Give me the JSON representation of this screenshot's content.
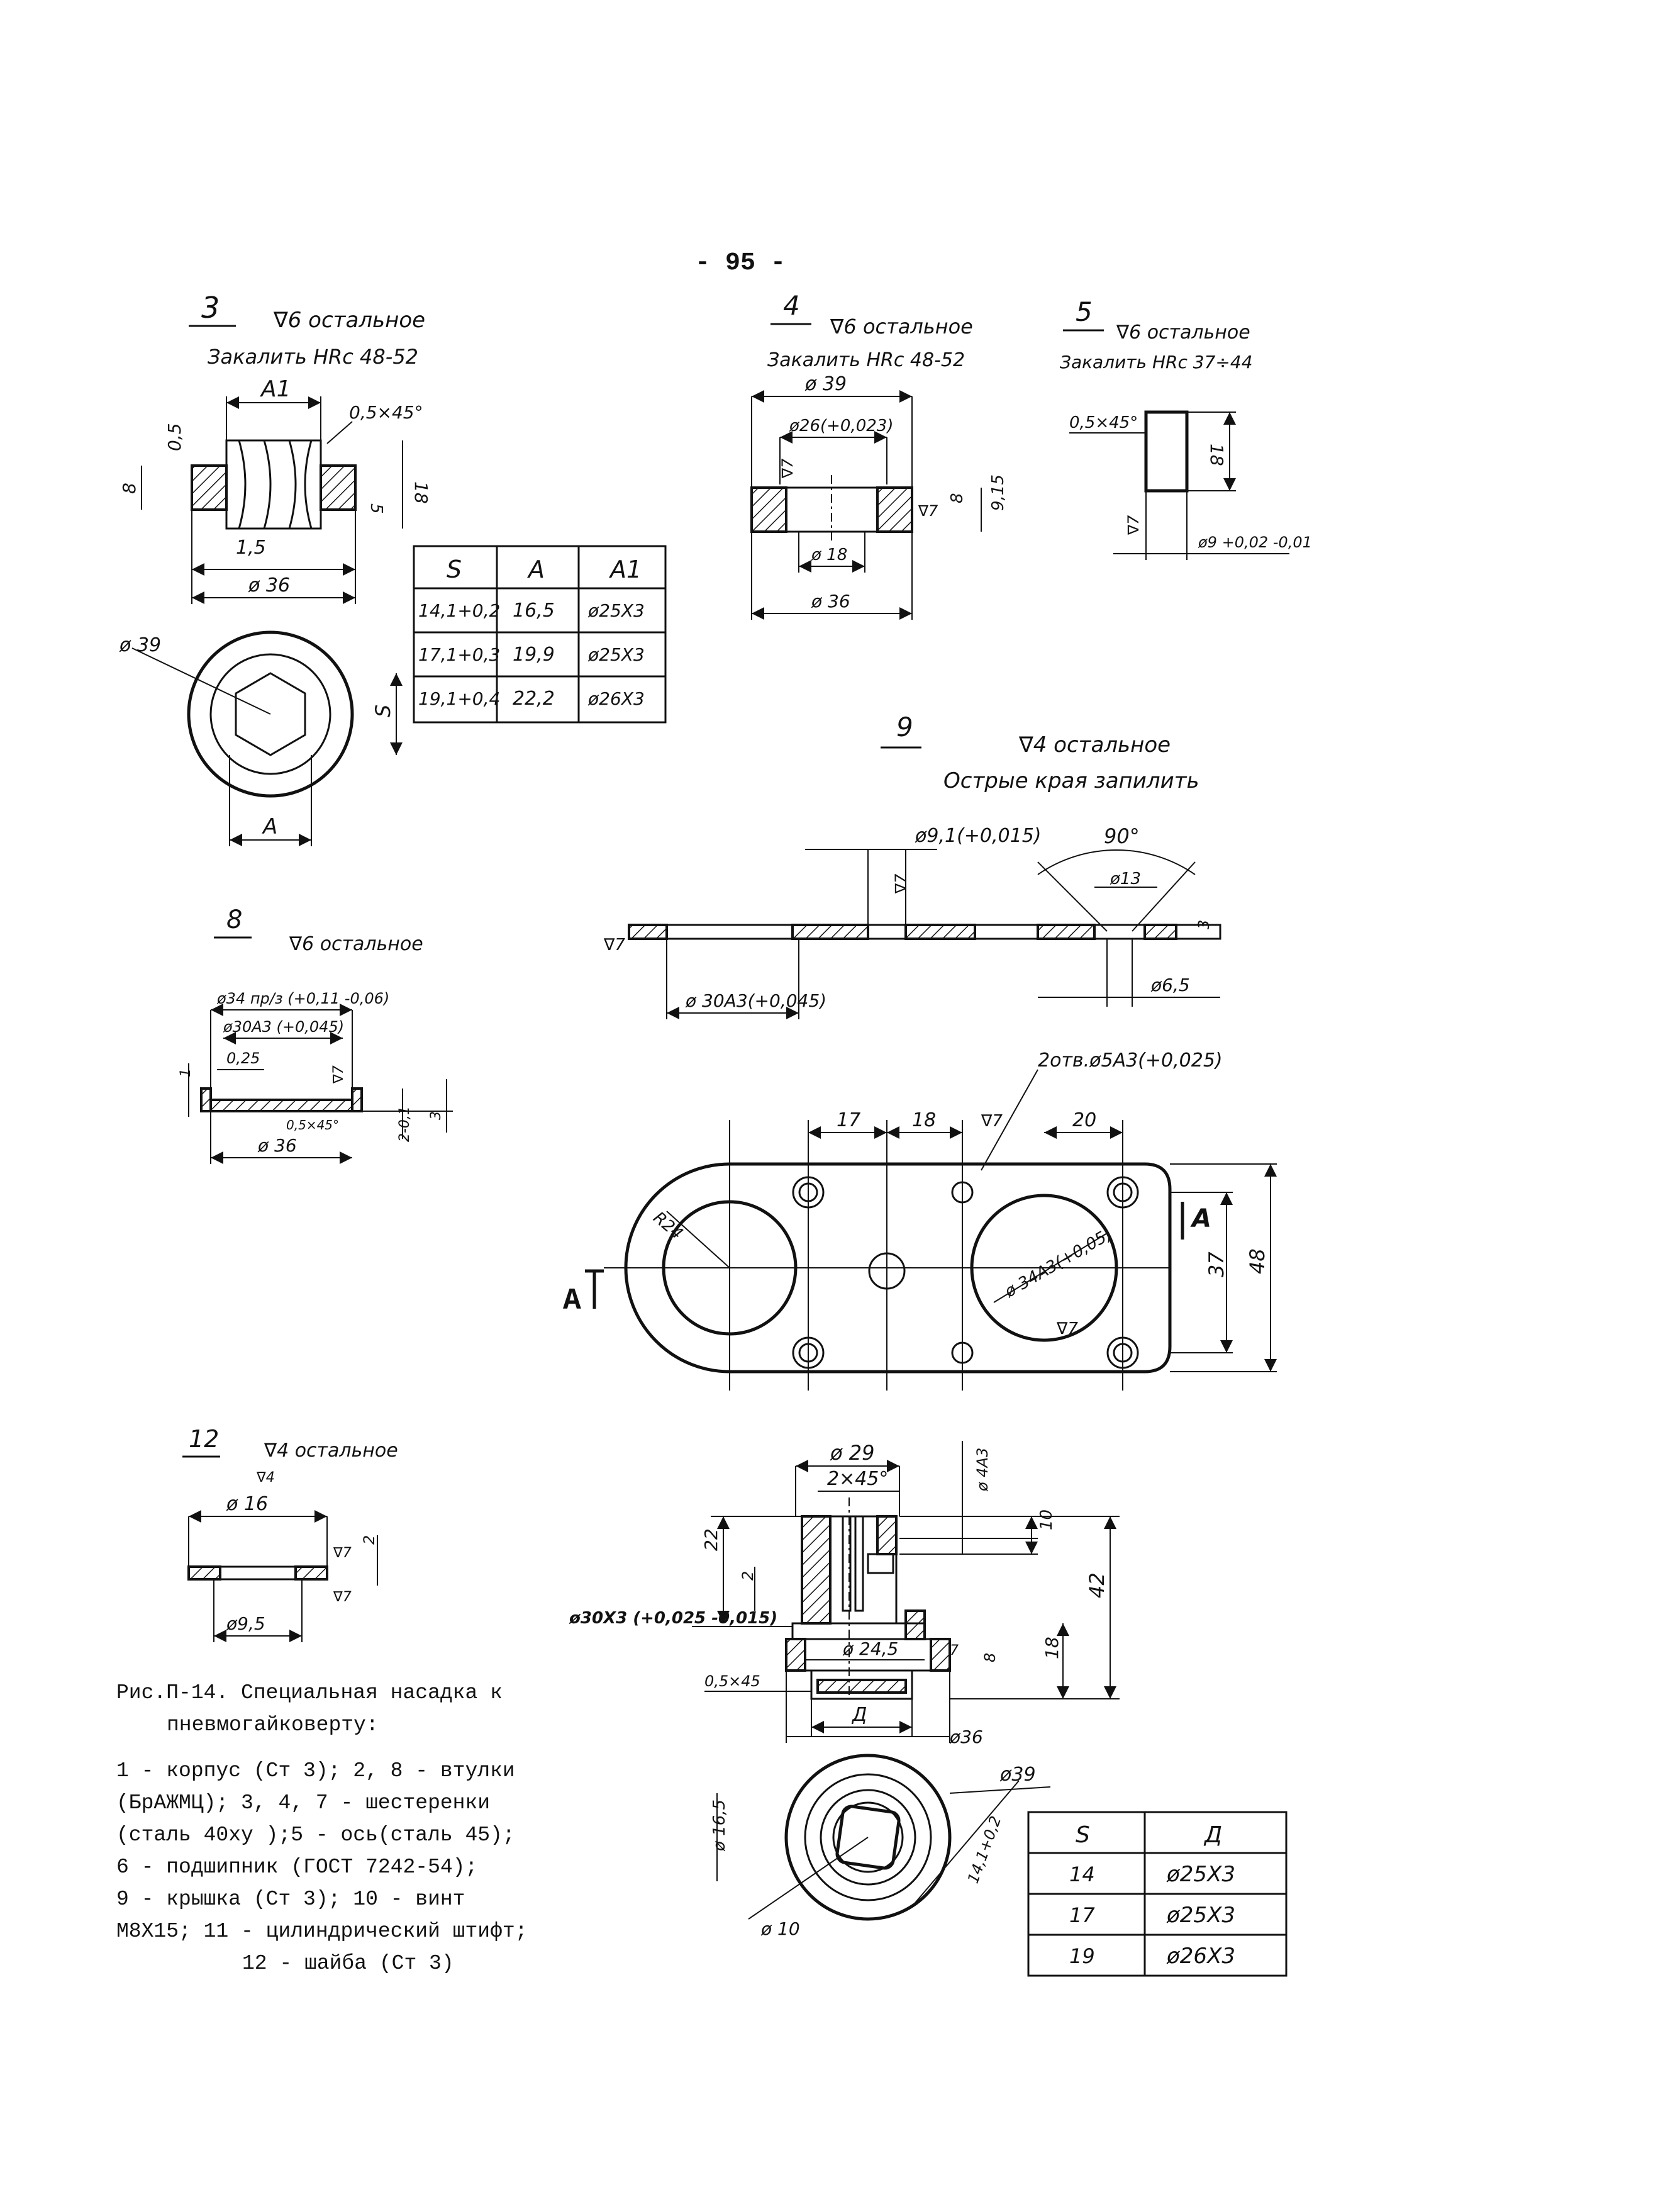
{
  "page_number": "- 95 -",
  "details": {
    "d3": {
      "number": "3",
      "finish": "∇6 остальное",
      "hardening": "Закалить HRc 48-52",
      "dims": {
        "a1": "A1",
        "chamfer": "0,5×45°",
        "d05": "0,5",
        "d8": "8",
        "d18": "18",
        "d5": "5",
        "d15": "1,5",
        "d36": "ø 36",
        "d39": "ø 39",
        "s": "S",
        "a": "A"
      },
      "table": {
        "headers": [
          "S",
          "A",
          "A1"
        ],
        "rows": [
          [
            "14,1+0,2",
            "16,5",
            "ø25X3"
          ],
          [
            "17,1+0,3",
            "19,9",
            "ø25X3"
          ],
          [
            "19,1+0,4",
            "22,2",
            "ø26X3"
          ]
        ]
      }
    },
    "d4": {
      "number": "4",
      "finish": "∇6 остальное",
      "hardening": "Закалить HRc 48-52",
      "dims": {
        "d39": "ø 39",
        "d26": "ø26(+0,023)",
        "d7a": "∇7",
        "d7b": "∇7",
        "d8": "8",
        "d915": "9,15",
        "d18": "ø 18",
        "d36": "ø 36"
      }
    },
    "d5": {
      "number": "5",
      "finish": "∇6 остальное",
      "hardening": "Закалить HRc 37÷44",
      "dims": {
        "chamfer": "0,5×45°",
        "d18": "18",
        "d7": "∇7",
        "d9": "ø9 +0,02 -0,01"
      }
    },
    "d8": {
      "number": "8",
      "finish": "∇6 остальное",
      "dims": {
        "d34": "ø34 пр/з (+0,11 -0,06)",
        "d30": "ø30A3 (+0,045)",
        "d025": "0,25",
        "d1": "1",
        "d7": "∇7",
        "chamfer": "0,5×45°",
        "d2": "2-0,1",
        "d3": "3",
        "d36": "ø 36"
      }
    },
    "d9": {
      "number": "9",
      "finish": "∇4 остальное",
      "note": "Острые края запилить",
      "dims": {
        "d91": "ø9,1(+0,015)",
        "d7": "∇7",
        "angle": "90°",
        "d13": "ø13",
        "d3": "3",
        "d30": "ø 30A3(+0,045)",
        "d65": "ø6,5",
        "holes": "2отв.ø5A3(+0,025)",
        "d17": "17",
        "d18": "18",
        "d20": "20",
        "r24": "R24",
        "d34": "ø 34A3(+0,05)",
        "d37": "37",
        "d48": "48",
        "sec_a": "A",
        "sec_a2": "A",
        "d7b": "∇7"
      }
    },
    "d12": {
      "number": "12",
      "finish": "∇4 остальное",
      "sub": "∇4",
      "dims": {
        "d16": "ø 16",
        "d2": "2",
        "d7": "∇7",
        "d95": "ø9,5"
      }
    },
    "assembly": {
      "dims": {
        "d29": "ø 29",
        "chamfer": "2×45°",
        "d4a3": "ø 4A3",
        "d22": "22",
        "d10": "10",
        "d2": "2",
        "d42": "42",
        "d30": "ø30X3 (+0,025 -0,015)",
        "d245": "ø 24,5",
        "d18": "18",
        "d7": "7",
        "d8": "8",
        "d05": "0,5×45",
        "delta": "Д",
        "d36": "ø36",
        "d39": "ø39",
        "d165": "ø 16,5",
        "d141": "14,1+0,2",
        "d10b": "ø 10"
      },
      "table": {
        "headers": [
          "S",
          "Д"
        ],
        "rows": [
          [
            "14",
            "ø25X3"
          ],
          [
            "17",
            "ø25X3"
          ],
          [
            "19",
            "ø26X3"
          ]
        ]
      }
    }
  },
  "caption": {
    "title_line1": "Рис.П-14. Специальная насадка к",
    "title_line2": "пневмогайковерту:",
    "legend": [
      "1 - корпус (Ст 3); 2, 8 - втулки",
      "(БрАЖМЦ); 3, 4, 7 - шестеренки",
      "(сталь 40ху );5 - ось(сталь 45);",
      "6 - подшипник (ГОСТ 7242-54);",
      "9 - крышка (Ст 3); 10 - винт",
      "М8Х15; 11 - цилиндрический штифт;",
      "12 - шайба (Ст 3)"
    ]
  }
}
